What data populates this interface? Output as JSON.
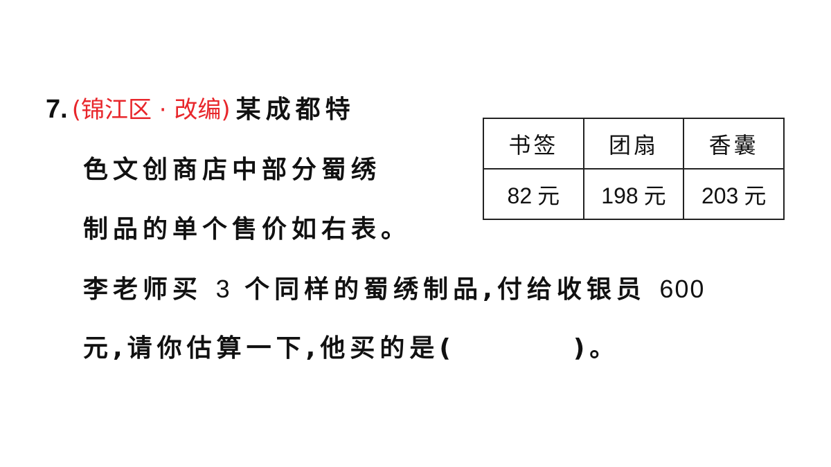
{
  "question": {
    "number": "7.",
    "source": "(锦江区 · 改编)",
    "line1": "某成都特",
    "line2": "色文创商店中部分蜀绣",
    "line3": "制品的单个售价如右表。",
    "line4_a": "李老师买",
    "line4_num": "3",
    "line4_b": "个同样的蜀绣制品,付给收银员",
    "line4_amount": "600",
    "line5_a": "元,请你估算一下,他买的是(",
    "line5_b": ")。"
  },
  "price_table": {
    "headers": [
      "书签",
      "团扇",
      "香囊"
    ],
    "values": [
      "82",
      "198",
      "203"
    ],
    "unit": "元"
  },
  "colors": {
    "source_text": "#e8262b",
    "body_text": "#111111"
  }
}
